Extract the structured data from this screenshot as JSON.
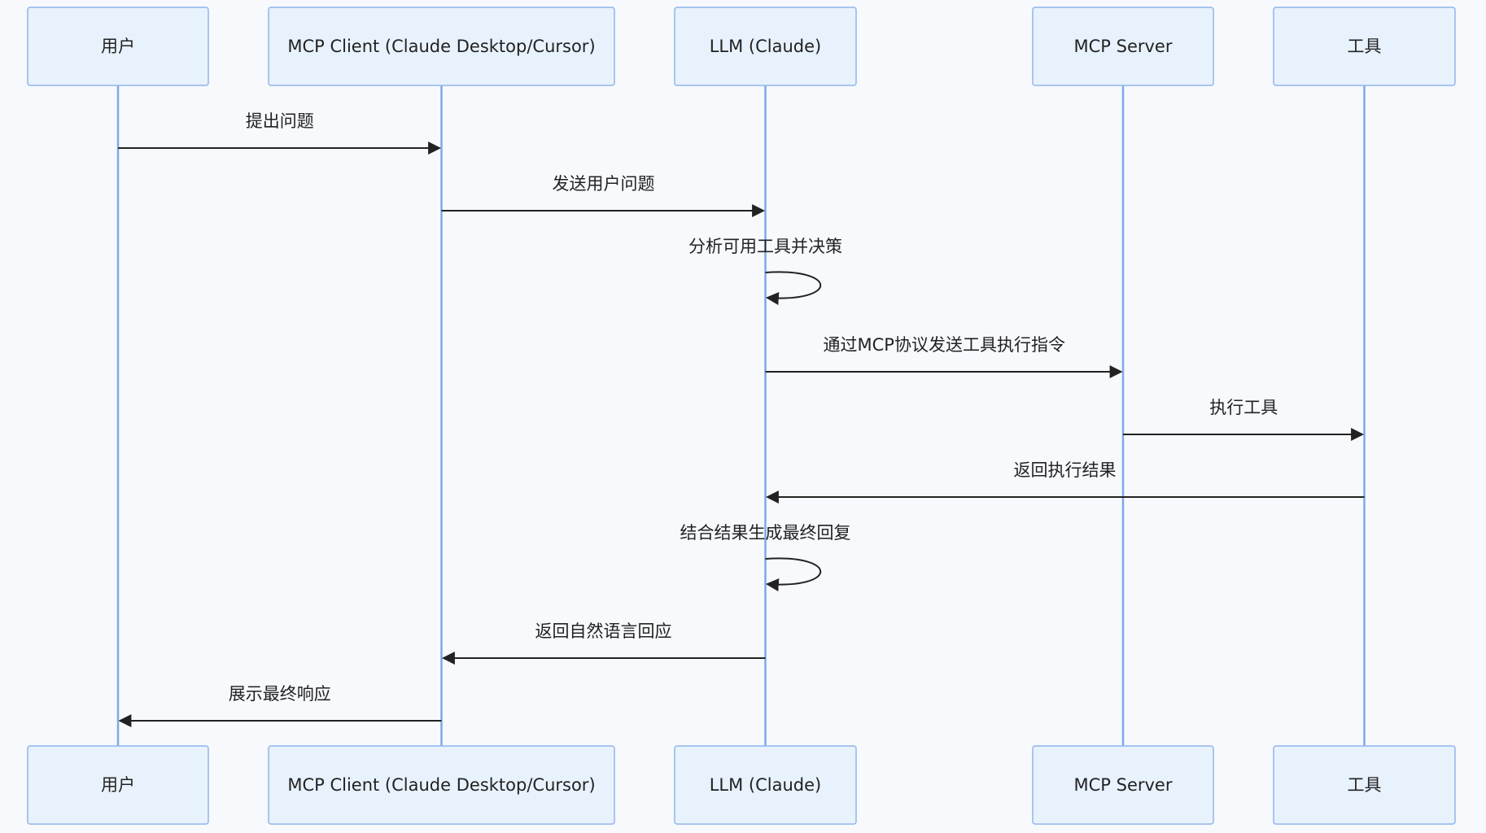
{
  "actors": [
    {
      "id": "user",
      "label": "用户"
    },
    {
      "id": "client",
      "label": "MCP Client (Claude Desktop/Cursor)"
    },
    {
      "id": "llm",
      "label": "LLM (Claude)"
    },
    {
      "id": "server",
      "label": "MCP Server"
    },
    {
      "id": "tool",
      "label": "工具"
    }
  ],
  "messages": [
    {
      "from": "user",
      "to": "client",
      "label": "提出问题"
    },
    {
      "from": "client",
      "to": "llm",
      "label": "发送用户问题"
    },
    {
      "from": "llm",
      "to": "llm",
      "label": "分析可用工具并决策"
    },
    {
      "from": "llm",
      "to": "server",
      "label": "通过MCP协议发送工具执行指令"
    },
    {
      "from": "server",
      "to": "tool",
      "label": "执行工具"
    },
    {
      "from": "tool",
      "to": "llm",
      "label": "返回执行结果"
    },
    {
      "from": "llm",
      "to": "llm",
      "label": "结合结果生成最终回复"
    },
    {
      "from": "llm",
      "to": "client",
      "label": "返回自然语言回应"
    },
    {
      "from": "client",
      "to": "user",
      "label": "展示最终响应"
    }
  ],
  "colors": {
    "background": "#f7f9fd",
    "actor_fill": "#e8f2fd",
    "actor_border": "#8fb6ea",
    "lifeline": "#7fa9e6",
    "message": "#222222"
  }
}
